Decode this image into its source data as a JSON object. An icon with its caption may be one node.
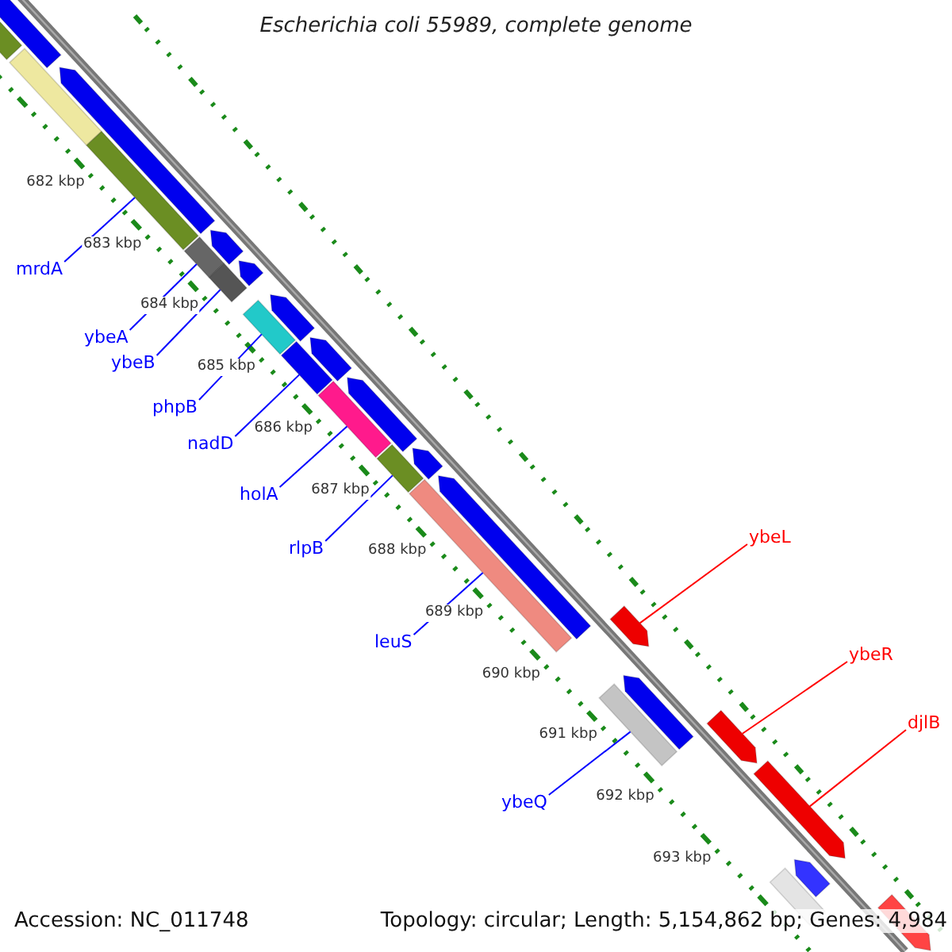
{
  "diagram": {
    "title": "Escherichia coli 55989, complete genome",
    "nodes": [
      {
        "text": [
          "mrdA"
        ]
      },
      {
        "text": [
          "ybeA"
        ]
      },
      {
        "text": [
          "ybeB"
        ]
      },
      {
        "text": [
          "phpB"
        ]
      },
      {
        "text": [
          "nadD"
        ]
      },
      {
        "text": [
          "holA"
        ]
      },
      {
        "text": [
          "rlpB"
        ]
      },
      {
        "text": [
          "leuS"
        ]
      },
      {
        "text": [
          "ybeQ"
        ]
      },
      {
        "text": [
          "ybeL"
        ]
      },
      {
        "text": [
          "ybeR"
        ]
      },
      {
        "text": [
          "djlB"
        ]
      },
      {
        "text": [],
        "shape": "bar"
      },
      {
        "text": [],
        "shape": "bar"
      },
      {
        "text": [],
        "shape": "bar"
      },
      {
        "text": [],
        "shape": "bar"
      },
      {
        "text": [],
        "shape": "bar"
      },
      {
        "text": [],
        "shape": "bar"
      },
      {
        "text": [],
        "shape": "bar"
      },
      {
        "text": [],
        "shape": "bar"
      },
      {
        "text": [],
        "shape": "bar"
      },
      {
        "text": [],
        "shape": "arrow"
      },
      {
        "text": [],
        "shape": "arrow"
      },
      {
        "text": [],
        "shape": "arrow"
      }
    ],
    "edges": [
      {
        "from": 0,
        "to": 12,
        "arrow": "none"
      },
      {
        "from": 1,
        "to": 13,
        "arrow": "none"
      },
      {
        "from": 2,
        "to": 14,
        "arrow": "none"
      },
      {
        "from": 3,
        "to": 15,
        "arrow": "none"
      },
      {
        "from": 4,
        "to": 16,
        "arrow": "none"
      },
      {
        "from": 5,
        "to": 17,
        "arrow": "none"
      },
      {
        "from": 6,
        "to": 18,
        "arrow": "none"
      },
      {
        "from": 7,
        "to": 19,
        "arrow": "none"
      },
      {
        "from": 8,
        "to": 20,
        "arrow": "none"
      },
      {
        "from": 9,
        "to": 21,
        "arrow": "none",
        "color": "#ff0000"
      },
      {
        "from": 10,
        "to": 22,
        "arrow": "none",
        "color": "#ff0000"
      },
      {
        "from": 11,
        "to": 23,
        "arrow": "none",
        "color": "#ff0000"
      }
    ],
    "labels": [
      "682 kbp",
      "683 kbp",
      "684 kbp",
      "685 kbp",
      "686 kbp",
      "687 kbp",
      "688 kbp",
      "689 kbp",
      "690 kbp",
      "691 kbp",
      "692 kbp",
      "693 kbp",
      "Accession: NC_011748",
      "Topology: circular; Length: 5,154,862 bp; Genes: 4,984"
    ]
  }
}
